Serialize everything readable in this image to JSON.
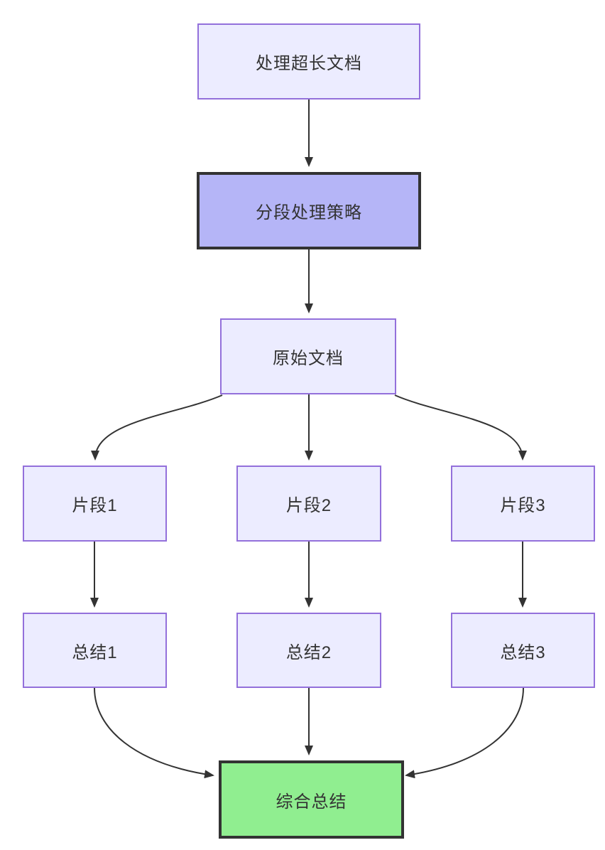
{
  "diagram": {
    "type": "flowchart",
    "direction": "top-down",
    "nodes": [
      {
        "id": "A",
        "label": "处理超长文档",
        "style": "lavender"
      },
      {
        "id": "B",
        "label": "分段处理策略",
        "style": "emphasis-periwinkle"
      },
      {
        "id": "C",
        "label": "原始文档",
        "style": "lavender"
      },
      {
        "id": "D1",
        "label": "片段1",
        "style": "lavender"
      },
      {
        "id": "D2",
        "label": "片段2",
        "style": "lavender"
      },
      {
        "id": "D3",
        "label": "片段3",
        "style": "lavender"
      },
      {
        "id": "E1",
        "label": "总结1",
        "style": "lavender"
      },
      {
        "id": "E2",
        "label": "总结2",
        "style": "lavender"
      },
      {
        "id": "E3",
        "label": "总结3",
        "style": "lavender"
      },
      {
        "id": "F",
        "label": "综合总结",
        "style": "emphasis-green"
      }
    ],
    "edges": [
      {
        "from": "A",
        "to": "B"
      },
      {
        "from": "B",
        "to": "C"
      },
      {
        "from": "C",
        "to": "D1"
      },
      {
        "from": "C",
        "to": "D2"
      },
      {
        "from": "C",
        "to": "D3"
      },
      {
        "from": "D1",
        "to": "E1"
      },
      {
        "from": "D2",
        "to": "E2"
      },
      {
        "from": "D3",
        "to": "E3"
      },
      {
        "from": "E1",
        "to": "F"
      },
      {
        "from": "E2",
        "to": "F"
      },
      {
        "from": "E3",
        "to": "F"
      }
    ],
    "colors": {
      "node_fill": "#ECECFF",
      "node_border": "#9370DB",
      "emphasis_fill": "#B5B5F7",
      "emphasis_border": "#333333",
      "result_fill": "#90EE90",
      "result_border": "#333333",
      "edge": "#333333",
      "text": "#333333",
      "background": "#FFFFFF"
    }
  }
}
